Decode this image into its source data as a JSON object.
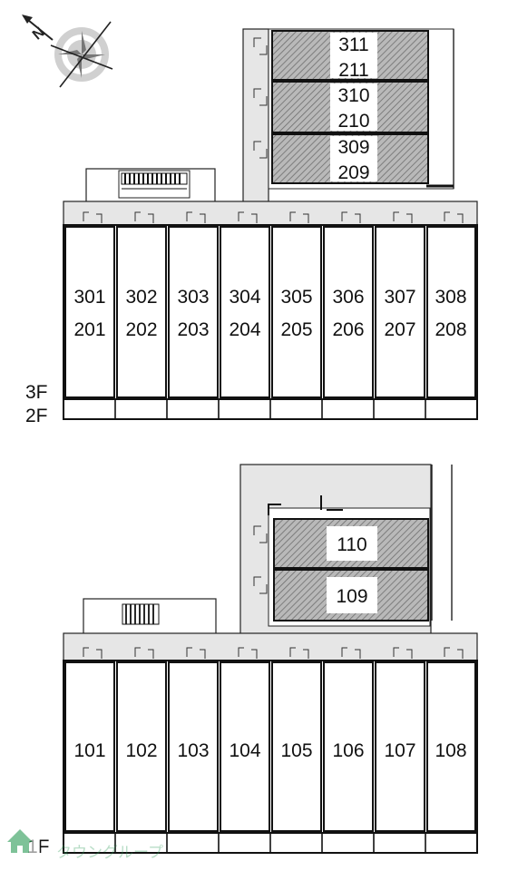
{
  "compass": {
    "north_label": "N"
  },
  "floor_labels": {
    "third": "3F",
    "second": "2F",
    "first": "1F"
  },
  "upper_plan": {
    "annex_units": [
      {
        "top": "311",
        "bottom": "211"
      },
      {
        "top": "310",
        "bottom": "210"
      },
      {
        "top": "309",
        "bottom": "209"
      }
    ],
    "main_units": [
      {
        "top": "301",
        "bottom": "201"
      },
      {
        "top": "302",
        "bottom": "202"
      },
      {
        "top": "303",
        "bottom": "203"
      },
      {
        "top": "304",
        "bottom": "204"
      },
      {
        "top": "305",
        "bottom": "205"
      },
      {
        "top": "306",
        "bottom": "206"
      },
      {
        "top": "307",
        "bottom": "207"
      },
      {
        "top": "308",
        "bottom": "208"
      }
    ]
  },
  "lower_plan": {
    "annex_units": [
      "110",
      "109"
    ],
    "main_units": [
      "101",
      "102",
      "103",
      "104",
      "105",
      "106",
      "107",
      "108"
    ]
  },
  "logo": {
    "text": "タウングループ"
  },
  "colors": {
    "hatch": "#7a7a7a",
    "corridor": "#e6e6e6",
    "wall": "#111111",
    "logo": "#2a9a55"
  }
}
